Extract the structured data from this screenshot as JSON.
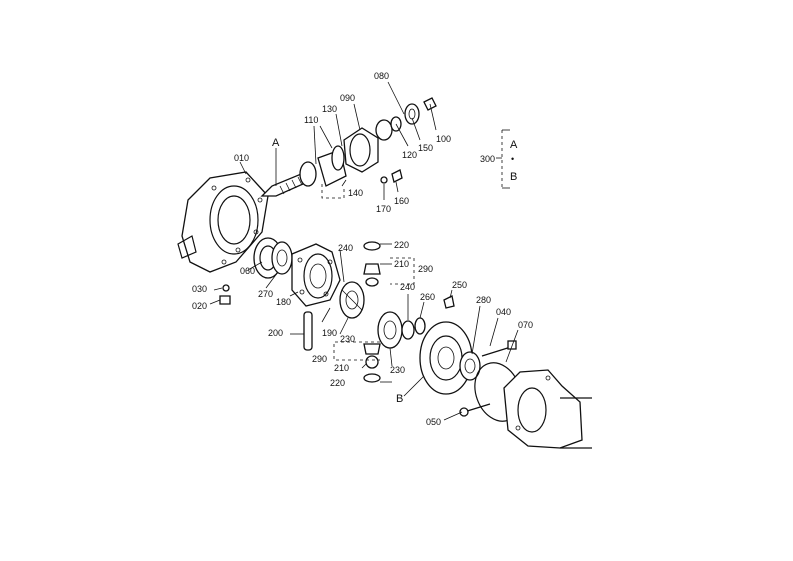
{
  "labels": {
    "l010": "010",
    "l020": "020",
    "l030": "030",
    "l040": "040",
    "l050": "050",
    "l060": "060",
    "l070": "070",
    "l080": "080",
    "l090": "090",
    "l100": "100",
    "l110": "110",
    "l120": "120",
    "l130": "130",
    "l140": "140",
    "l150": "150",
    "l160": "160",
    "l170": "170",
    "l180": "180",
    "l190": "190",
    "l200": "200",
    "l210a": "210",
    "l210b": "210",
    "l220a": "220",
    "l220b": "220",
    "l230a": "230",
    "l230b": "230",
    "l240a": "240",
    "l240b": "240",
    "l250": "250",
    "l260": "260",
    "l270": "270",
    "l280": "280",
    "l290a": "290",
    "l290b": "290",
    "l300": "300"
  },
  "callouts": {
    "a_shaft": "A",
    "b_ring": "B"
  },
  "legend": {
    "a": "A",
    "dot": "•",
    "b": "B"
  }
}
